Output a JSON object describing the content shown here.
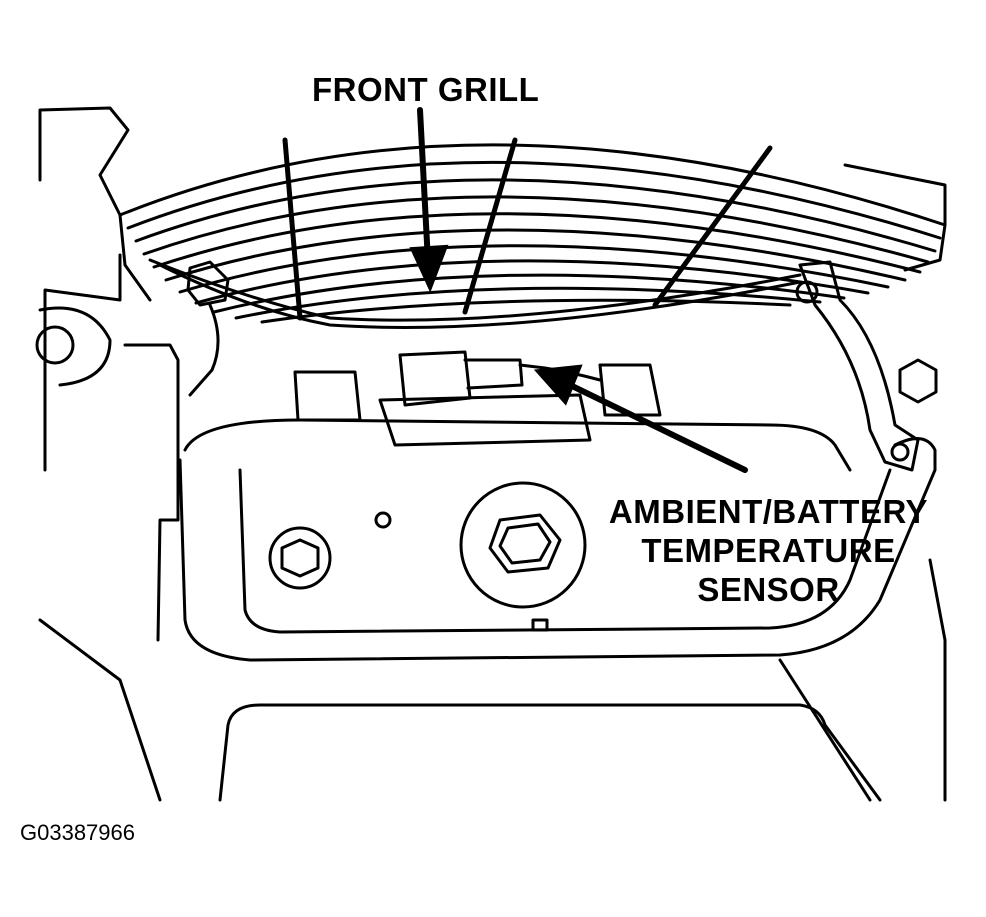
{
  "callouts": {
    "front_grill": "FRONT GRILL",
    "sensor_line1": "AMBIENT/BATTERY",
    "sensor_line2": "TEMPERATURE",
    "sensor_line3": "SENSOR"
  },
  "figure_code": "G03387966",
  "colors": {
    "ink": "#000000",
    "paper": "#ffffff"
  }
}
